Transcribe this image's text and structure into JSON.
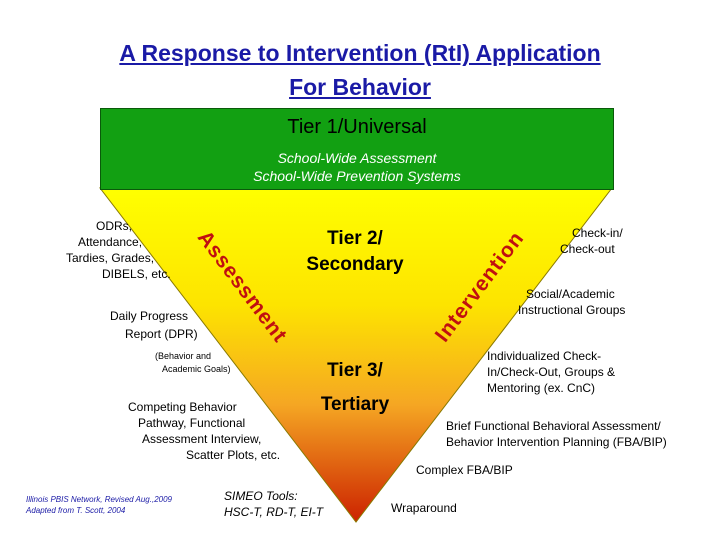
{
  "title": {
    "line1": "A Response to Intervention (RtI) Application",
    "line2": "For Behavior"
  },
  "tier1": {
    "title": "Tier 1/Universal",
    "line1": "School-Wide Assessment",
    "line2": "School-Wide Prevention Systems"
  },
  "tier2": {
    "line1": "Tier 2/",
    "line2": "Secondary"
  },
  "tier3": {
    "line1": "Tier 3/",
    "line2": "Tertiary"
  },
  "axes": {
    "left": "Assessment",
    "right": "Intervention"
  },
  "assessment_items": {
    "item1": [
      "ODRs,",
      "Attendance,",
      "Tardies, Grades,",
      "DIBELS, etc."
    ],
    "item2": [
      "Daily Progress",
      "Report (DPR)"
    ],
    "item2_note": [
      "(Behavior and",
      "Academic Goals)"
    ],
    "item3": [
      "Competing Behavior",
      "Pathway, Functional",
      "Assessment Interview,",
      "Scatter Plots, etc."
    ],
    "tools": [
      "SIMEO Tools:",
      "HSC-T, RD-T, EI-T"
    ]
  },
  "intervention_items": {
    "item1": [
      "Check-in/",
      "Check-out"
    ],
    "item2": [
      "Social/Academic",
      "Instructional Groups"
    ],
    "item3": [
      "Individualized Check-",
      "In/Check-Out, Groups &",
      "Mentoring (ex. CnC)"
    ],
    "item4": [
      "Brief Functional Behavioral Assessment/",
      "Behavior Intervention Planning (FBA/BIP)"
    ],
    "item5": "Complex FBA/BIP",
    "item6": "Wraparound"
  },
  "credit": [
    "Illinois PBIS Network, Revised Aug.,2009",
    "Adapted from T. Scott, 2004"
  ],
  "colors": {
    "title": "#1a1aa6",
    "tier1_green": "#12a012",
    "gradient_top": "#ffff00",
    "gradient_mid": "#f5a623",
    "gradient_bottom": "#cc2200",
    "axis_text": "#c01010"
  }
}
